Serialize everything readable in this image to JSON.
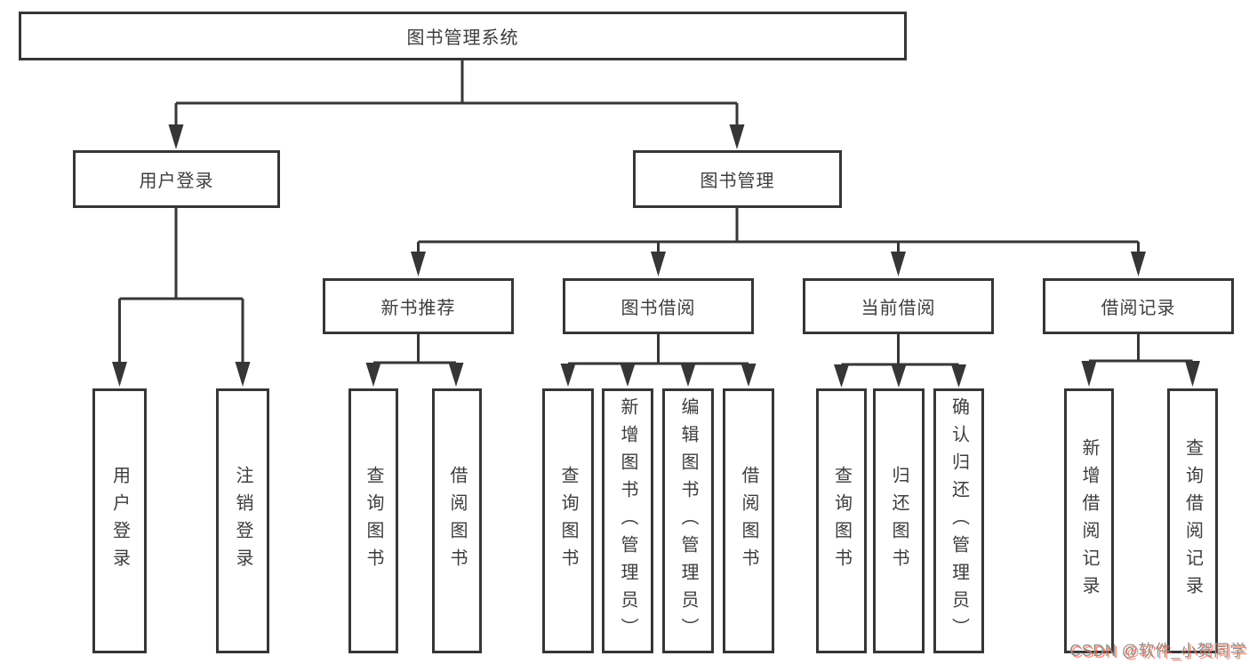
{
  "diagram": {
    "title": "图书管理系统",
    "nodes": {
      "root": "图书管理系统",
      "l2_user_login": "用户登录",
      "l2_book_mgmt": "图书管理",
      "l3_new_book": "新书推荐",
      "l3_borrow": "图书借阅",
      "l3_current": "当前借阅",
      "l3_record": "借阅记录",
      "leaf_user_login": "用户登录",
      "leaf_logout": "注销登录",
      "leaf_nb_query": "查询图书",
      "leaf_nb_borrow": "借阅图书",
      "leaf_bw_query": "查询图书",
      "leaf_bw_add": "新增图书（管理员）",
      "leaf_bw_edit": "编辑图书（管理员）",
      "leaf_bw_borrow": "借阅图书",
      "leaf_cu_query": "查询图书",
      "leaf_cu_return": "归还图书",
      "leaf_cu_confirm": "确认归还（管理员）",
      "leaf_rc_add": "新增借阅记录",
      "leaf_rc_query": "查询借阅记录"
    },
    "colors": {
      "line": "#363636",
      "box_border": "#363636",
      "box_fill": "#ffffff",
      "text": "#3d3d3d"
    }
  },
  "watermark": {
    "text": "CSDN @软件_小贺同学",
    "gray": "#8f8f8f",
    "red": "#fc5531"
  }
}
